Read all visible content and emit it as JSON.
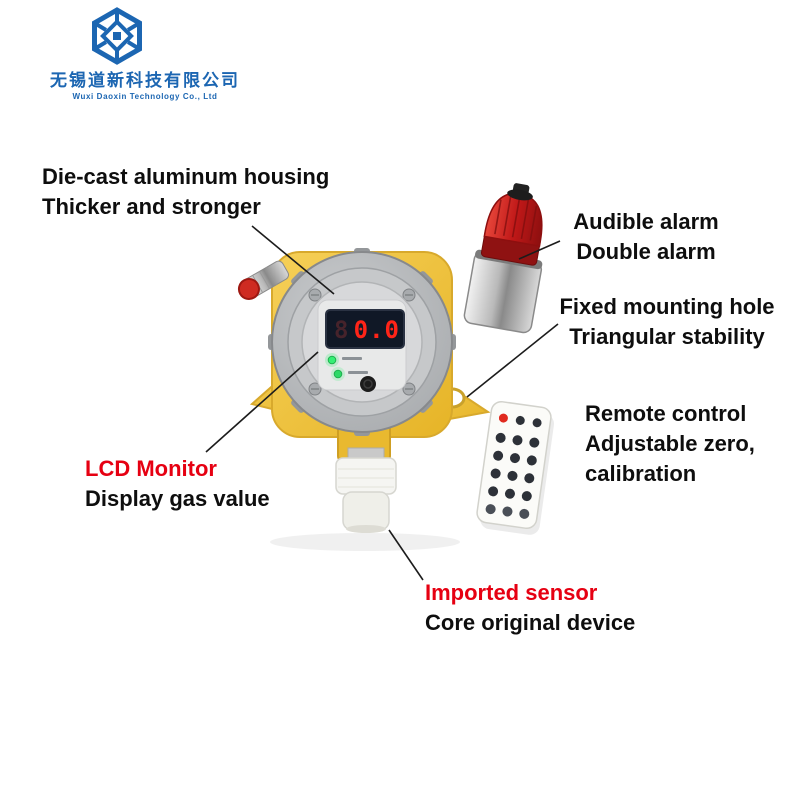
{
  "brand": {
    "name_cn": "无锡道新科技有限公司",
    "name_en": "Wuxi Daoxin Technology Co., Ltd"
  },
  "device": {
    "display_ghost": "8",
    "display_value": "0.0"
  },
  "callouts": {
    "housing": {
      "line1": "Die-cast aluminum housing",
      "line2": "Thicker and stronger"
    },
    "audible": {
      "line1": "Audible alarm",
      "line2": "Double alarm"
    },
    "mounting": {
      "line1": "Fixed mounting hole",
      "line2": "Triangular stability"
    },
    "remote": {
      "line1": "Remote control",
      "line2": "Adjustable zero,",
      "line3": "calibration"
    },
    "lcd": {
      "line1": "LCD Monitor",
      "line2": "Display gas value"
    },
    "sensor": {
      "line1": "Imported sensor",
      "line2": "Core original device"
    }
  },
  "colors": {
    "accent_red": "#e60012",
    "brand_blue": "#1c66b2",
    "housing_yellow": "#f2c53d",
    "beacon_red": "#c01818",
    "led_green": "#35ef74"
  }
}
